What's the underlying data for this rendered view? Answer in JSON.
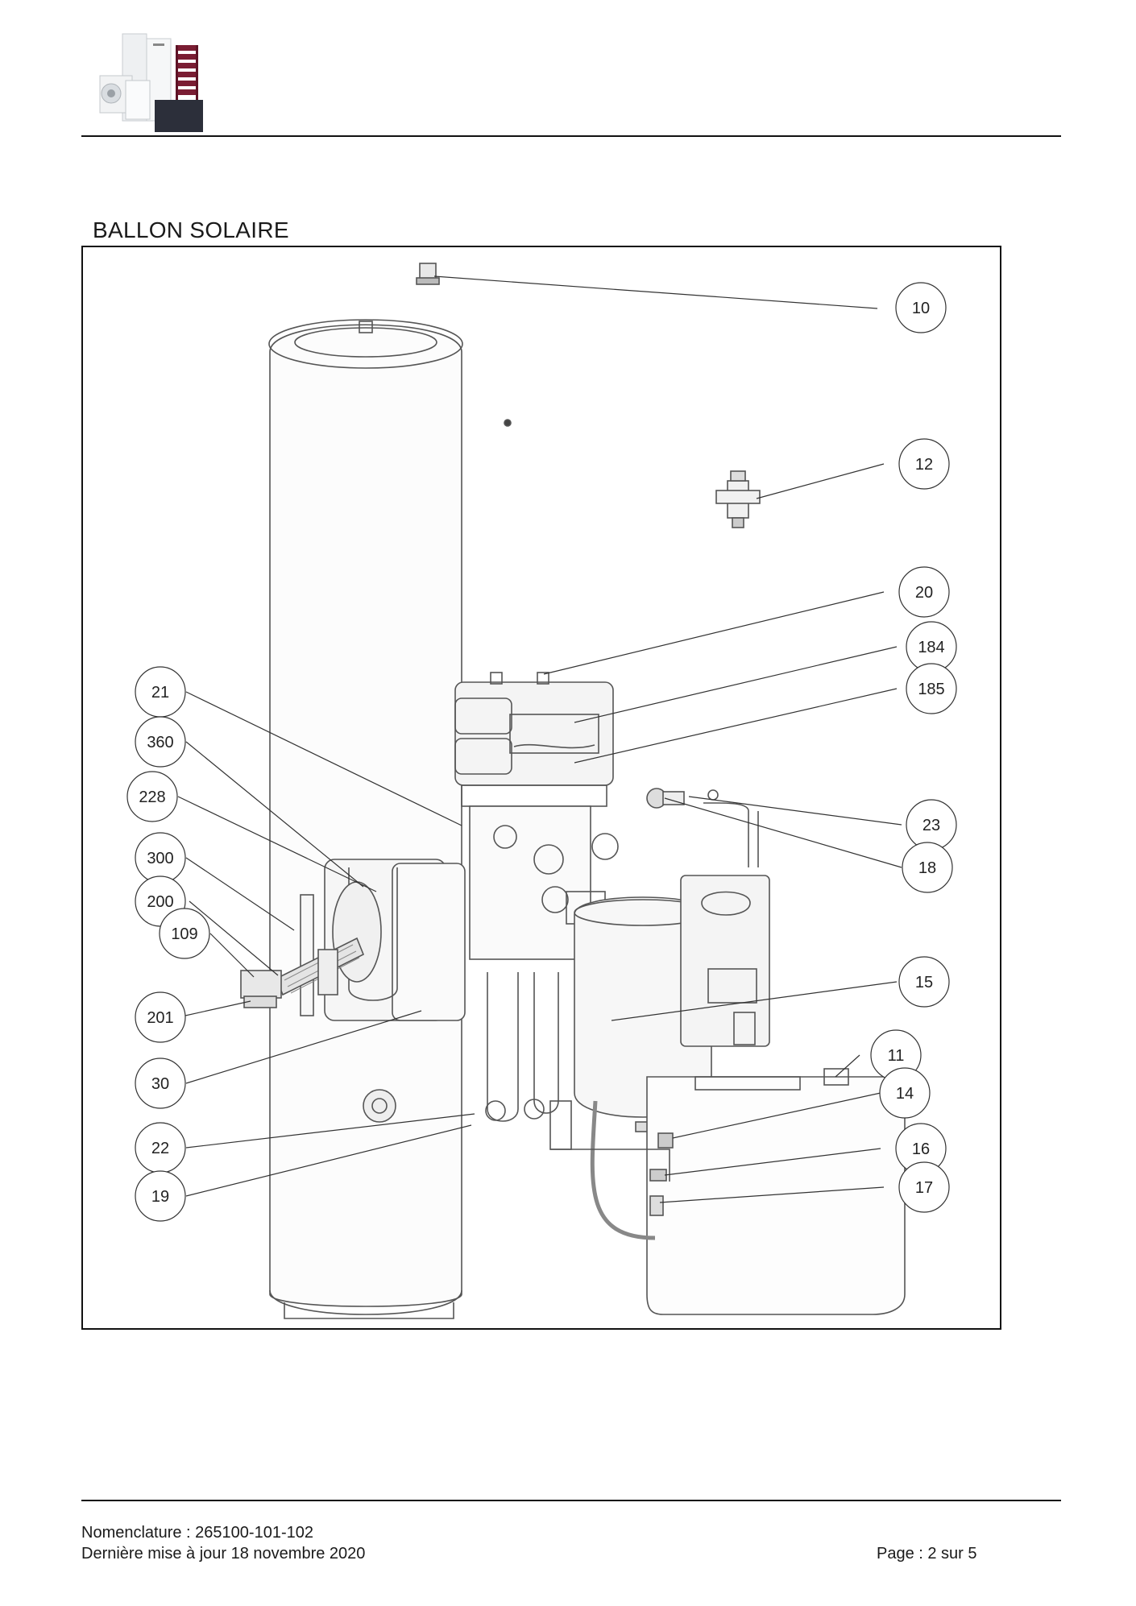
{
  "header": {
    "logo_icon": "heating-products-logo"
  },
  "section": {
    "title": "BALLON SOLAIRE"
  },
  "diagram": {
    "callouts": [
      {
        "id": "10"
      },
      {
        "id": "12"
      },
      {
        "id": "20"
      },
      {
        "id": "184"
      },
      {
        "id": "185"
      },
      {
        "id": "23"
      },
      {
        "id": "18"
      },
      {
        "id": "15"
      },
      {
        "id": "11"
      },
      {
        "id": "14"
      },
      {
        "id": "16"
      },
      {
        "id": "17"
      },
      {
        "id": "21"
      },
      {
        "id": "360"
      },
      {
        "id": "228"
      },
      {
        "id": "300"
      },
      {
        "id": "200"
      },
      {
        "id": "109"
      },
      {
        "id": "201"
      },
      {
        "id": "30"
      },
      {
        "id": "22"
      },
      {
        "id": "19"
      }
    ]
  },
  "footer": {
    "reference": "Nomenclature : 265100-101-102",
    "updated": "Dernière mise à jour 18 novembre 2020",
    "page": "Page : 2 sur 5"
  }
}
